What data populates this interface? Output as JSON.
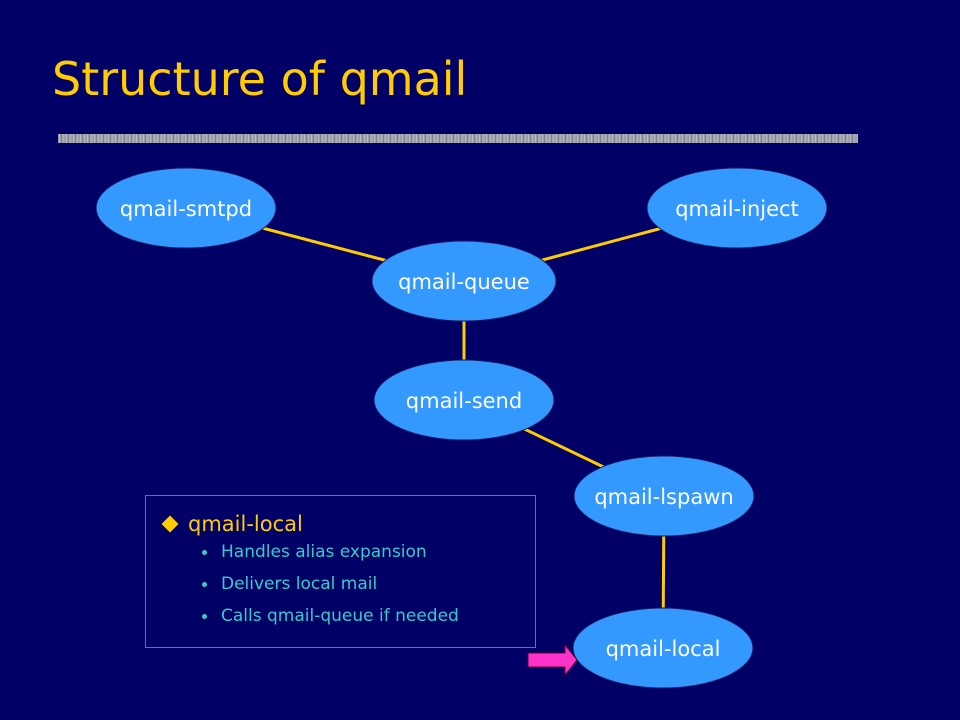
{
  "title": "Structure of qmail",
  "colors": {
    "background": "#000066",
    "title": "#FFCC00",
    "node_fill": "#3399FF",
    "connector": "#FFCC00",
    "box_border": "#CC33CC",
    "box_heading": "#FFCC00",
    "box_item": "#33CCCC",
    "arrow": "#FF33CC"
  },
  "nodes": [
    {
      "id": "smtpd",
      "label": "qmail-smtpd"
    },
    {
      "id": "inject",
      "label": "qmail-inject"
    },
    {
      "id": "queue",
      "label": "qmail-queue"
    },
    {
      "id": "send",
      "label": "qmail-send"
    },
    {
      "id": "lspawn",
      "label": "qmail-lspawn"
    },
    {
      "id": "local",
      "label": "qmail-local"
    }
  ],
  "edges": [
    {
      "from": "smtpd",
      "to": "queue"
    },
    {
      "from": "inject",
      "to": "queue"
    },
    {
      "from": "queue",
      "to": "send"
    },
    {
      "from": "send",
      "to": "lspawn"
    },
    {
      "from": "lspawn",
      "to": "local"
    }
  ],
  "info_box": {
    "heading": "qmail-local",
    "items": [
      "Handles alias expansion",
      "Delivers local mail",
      "Calls qmail-queue if needed"
    ]
  }
}
